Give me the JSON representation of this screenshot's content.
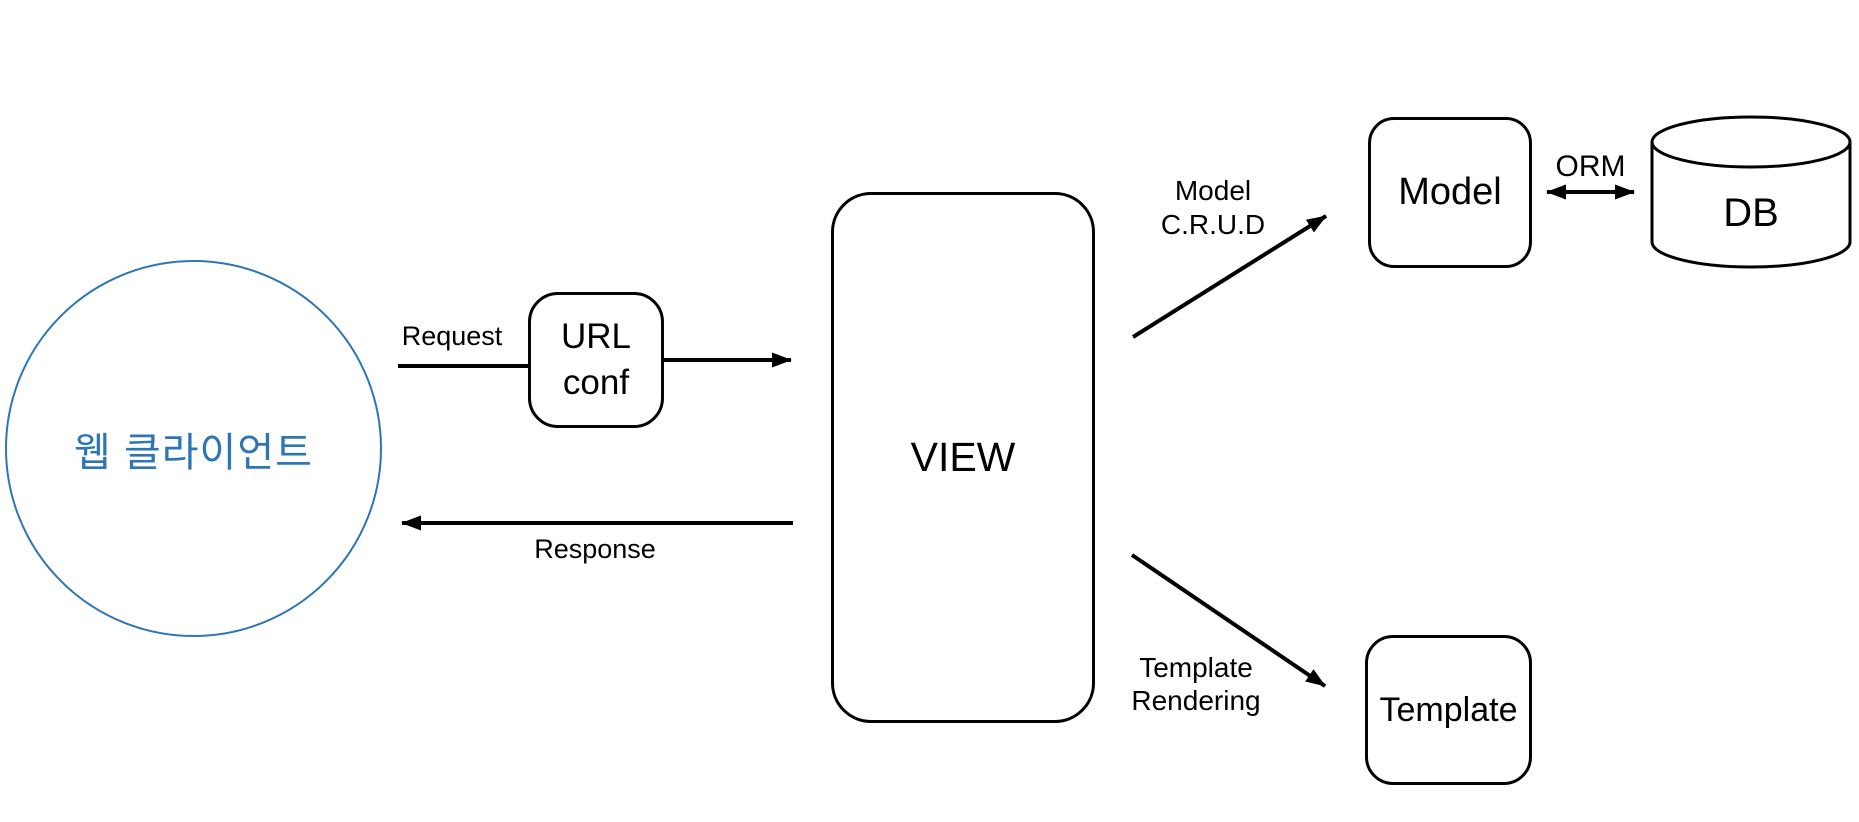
{
  "colors": {
    "accent_blue": "#2E75B6",
    "line_black": "#000000",
    "background": "#FFFFFF"
  },
  "nodes": {
    "client": {
      "label": "웹 클라이언트"
    },
    "urlconf": {
      "label_line1": "URL",
      "label_line2": "conf"
    },
    "view": {
      "label": "VIEW"
    },
    "model": {
      "label": "Model"
    },
    "template": {
      "label": "Template"
    },
    "db": {
      "label": "DB"
    }
  },
  "edges": {
    "request": {
      "label": "Request"
    },
    "response": {
      "label": "Response"
    },
    "model_crud": {
      "label_line1": "Model",
      "label_line2": "C.R.U.D"
    },
    "orm": {
      "label": "ORM"
    },
    "template_rendering": {
      "label_line1": "Template",
      "label_line2": "Rendering"
    }
  }
}
